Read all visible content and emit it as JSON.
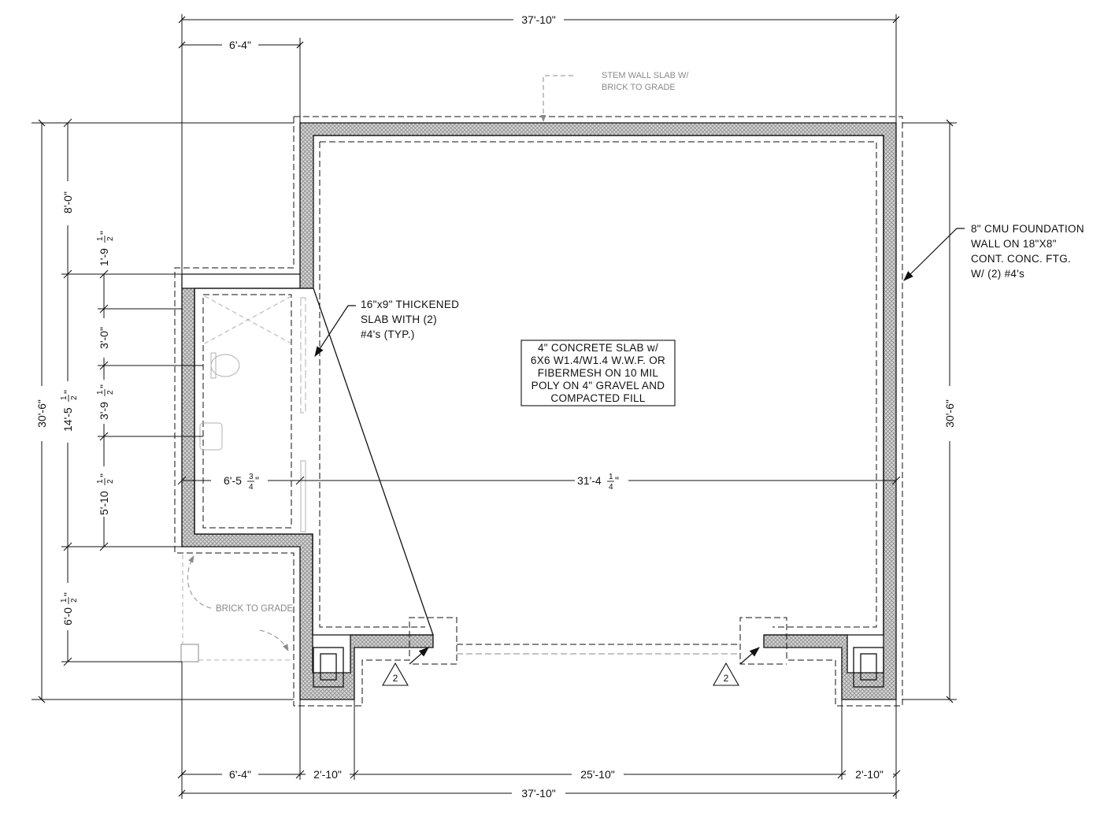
{
  "dimensions": {
    "top_overall": "37'-10\"",
    "top_left": "6'-4\"",
    "bottom_overall": "37'-10\"",
    "bottom_segments": [
      "6'-4\"",
      "2'-10\"",
      "25'-10\"",
      "2'-10\""
    ],
    "left_overall": "30'-6\"",
    "right_overall": "30'-6\"",
    "left_segments": {
      "top": "8'-0\"",
      "middle_whole": "14'-5",
      "bottom_whole": "6'-0"
    },
    "inner_segments": {
      "s1_whole": "1'-9",
      "s2": "3'-0\"",
      "s3_whole": "3'-9",
      "s4_whole": "5'-10"
    },
    "horizontal_interior": {
      "left_whole": "6'-5",
      "right_whole": "31'-4"
    },
    "fractions": {
      "half_num": "1",
      "half_den": "2",
      "three_quarter_num": "3",
      "three_quarter_den": "4",
      "quarter_num": "1",
      "quarter_den": "4",
      "inch_mark": "\""
    }
  },
  "notes": {
    "stem_wall": [
      "STEM WALL SLAB W/",
      "BRICK TO GRADE"
    ],
    "cmu_foundation": [
      "8\" CMU FOUNDATION",
      "WALL ON 18\"X8\"",
      "CONT. CONC. FTG.",
      "W/ (2) #4's"
    ],
    "thickened_slab": [
      "16\"x9\" THICKENED",
      "SLAB WITH (2)",
      "#4's (TYP.)"
    ],
    "concrete_slab": [
      "4\" CONCRETE SLAB w/",
      "6X6 W1.4/W1.4 W.W.F. OR",
      "FIBERMESH ON 10 MIL",
      "POLY ON 4\" GRAVEL AND",
      "COMPACTED FILL"
    ],
    "brick_to_grade": "BRICK TO GRADE"
  },
  "section_markers": [
    "2",
    "2"
  ],
  "colors": {
    "line": "#111111",
    "hatch": "#9a9a9a",
    "gray": "#8a8a8a"
  }
}
